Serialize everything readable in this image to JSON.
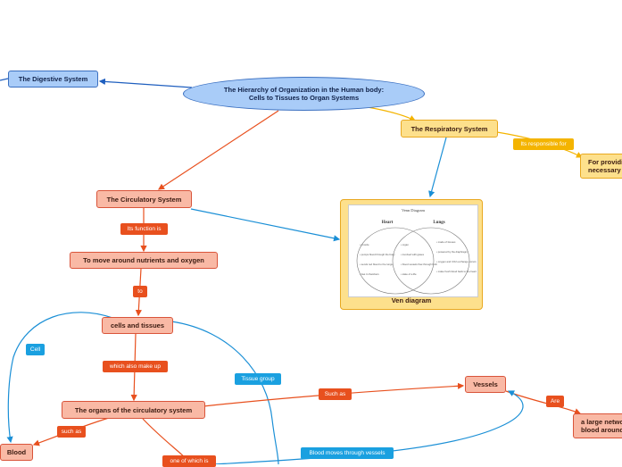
{
  "nodes": {
    "central": "The Hierarchy of Organization in the Human body: Cells to Tissues to Organ Systems",
    "digestive": "The Digestive System",
    "respiratory": "The Respiratory System",
    "providing": "For providing necessary",
    "circulatory": "The Circulatory System",
    "move": "To move around nutrients and oxygen",
    "cells": "cells and tissues",
    "organs": "The organs of the circulatory system",
    "vessels": "Vessels",
    "network": "a large network blood around",
    "blood": "Blood"
  },
  "labels": {
    "responsible": "Its responsible for",
    "function": "Its function is",
    "to": "to",
    "cell": "Cell",
    "make_up": "which also make up",
    "tissue_group": "Tissue group",
    "such_as_1": "Such as",
    "such_as_2": "such as",
    "are": "Are",
    "one_of": "one of which is",
    "blood_moves": "Blood moves through vessels"
  },
  "venn": {
    "caption": "Ven diagram",
    "title": "Venn Diagram",
    "left_title": "Heart",
    "right_title": "Lungs",
    "left_items": [
      "• muscle",
      "• pumps blood through the body",
      "• sends red blood to the lungs",
      "• has 4 chambers"
    ],
    "middle_items": [
      "• organ",
      "• involved with gases",
      "• blood vessels flow through both",
      "• state of a life"
    ],
    "right_items": [
      "• made of tissues",
      "• powered by the diaphragm",
      "• oxygen and CO2 exchange occurs",
      "• make fresh blood back to the heart"
    ]
  },
  "colors": {
    "salmon": "#f9b9a5",
    "red_edge": "#e8501e",
    "blue_edge": "#1a8fd6",
    "dark_blue_edge": "#1f5fbf",
    "yellow_edge": "#f4b400"
  }
}
